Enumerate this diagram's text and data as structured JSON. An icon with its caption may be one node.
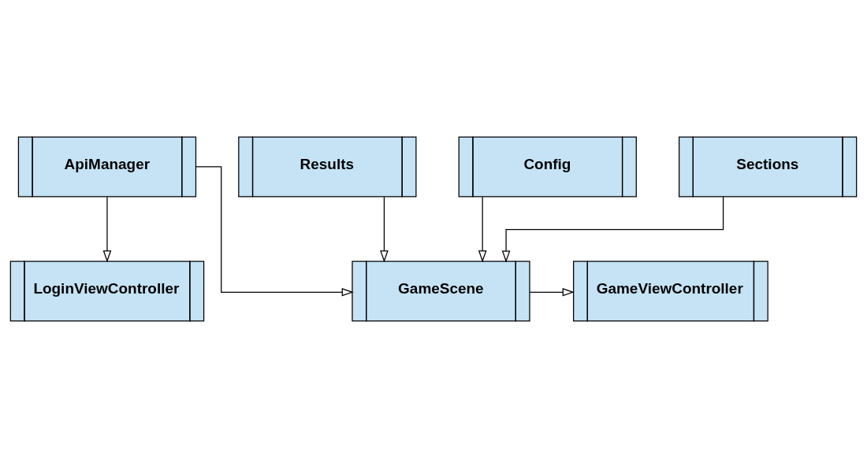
{
  "diagram": {
    "nodes": [
      {
        "text": [
          "ApiManager"
        ]
      },
      {
        "text": [
          "LoginViewController"
        ]
      },
      {
        "text": [
          "GameViewController"
        ]
      },
      {
        "text": [
          "GameScene"
        ]
      },
      {
        "text": [
          "Results"
        ]
      },
      {
        "text": [
          "Config"
        ]
      },
      {
        "text": [
          "Sections"
        ]
      }
    ],
    "edges": [
      {
        "from": 0,
        "to": 1,
        "arrow": "to"
      },
      {
        "from": 0,
        "to": 3,
        "arrow": "to"
      },
      {
        "from": 3,
        "to": 2,
        "arrow": "to"
      },
      {
        "from": 4,
        "to": 3,
        "arrow": "to"
      },
      {
        "from": 5,
        "to": 3,
        "arrow": "to"
      },
      {
        "from": 6,
        "to": 3,
        "arrow": "to"
      }
    ]
  }
}
